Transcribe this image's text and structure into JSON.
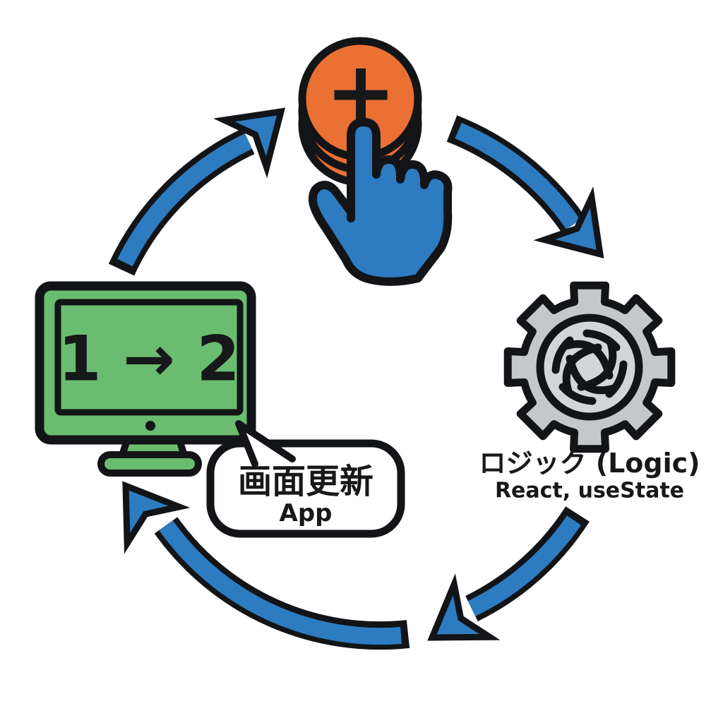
{
  "palette": {
    "arrow_blue": "#2d7cc2",
    "outline_black": "#131417",
    "button_orange": "#ea7033",
    "monitor_green": "#69bc70",
    "gear_gray": "#c5c8cb",
    "gear_inner_gray": "#d3d6d9",
    "bubble_white": "#ffffff",
    "text_black": "#17181a"
  },
  "diagram": {
    "button": {
      "plus": "+"
    },
    "logic": {
      "title": "ロジック (Logic)",
      "subtitle": "React, useState"
    },
    "screen": {
      "counter": "1 → 2"
    },
    "bubble": {
      "title": "画面更新",
      "subtitle": "App"
    }
  }
}
